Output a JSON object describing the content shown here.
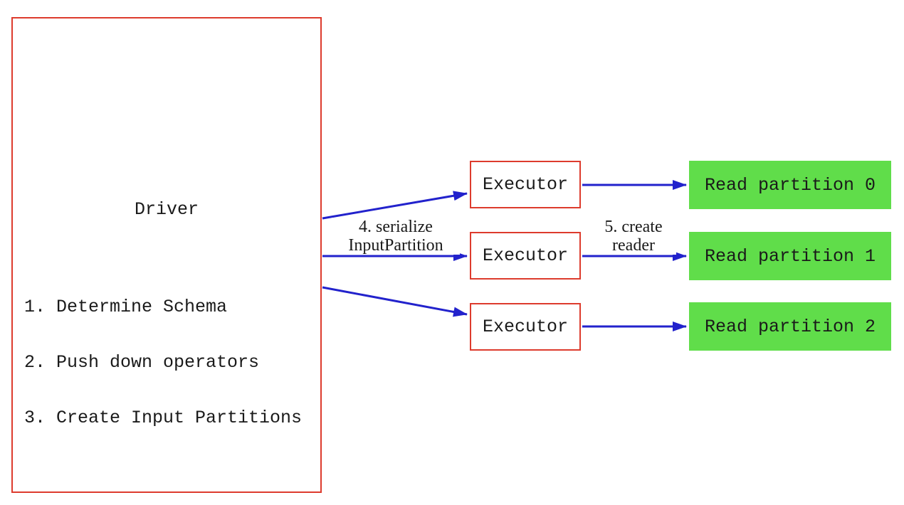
{
  "colors": {
    "node_border_red": "#dd3b2d",
    "partition_green": "#60dd4a",
    "arrow_blue": "#2222cc",
    "text_black": "#1a1a1a"
  },
  "driver": {
    "title": "Driver",
    "steps": [
      "1. Determine Schema",
      "2. Push down operators",
      "3. Create Input Partitions"
    ]
  },
  "executors": [
    {
      "label": "Executor"
    },
    {
      "label": "Executor"
    },
    {
      "label": "Executor"
    }
  ],
  "partitions": [
    {
      "label": "Read partition 0"
    },
    {
      "label": "Read partition 1"
    },
    {
      "label": "Read partition 2"
    }
  ],
  "edge_labels": {
    "serialize": {
      "line1": "4. serialize",
      "line2": "InputPartition"
    },
    "create_reader": {
      "line1": "5. create",
      "line2": "reader"
    }
  }
}
